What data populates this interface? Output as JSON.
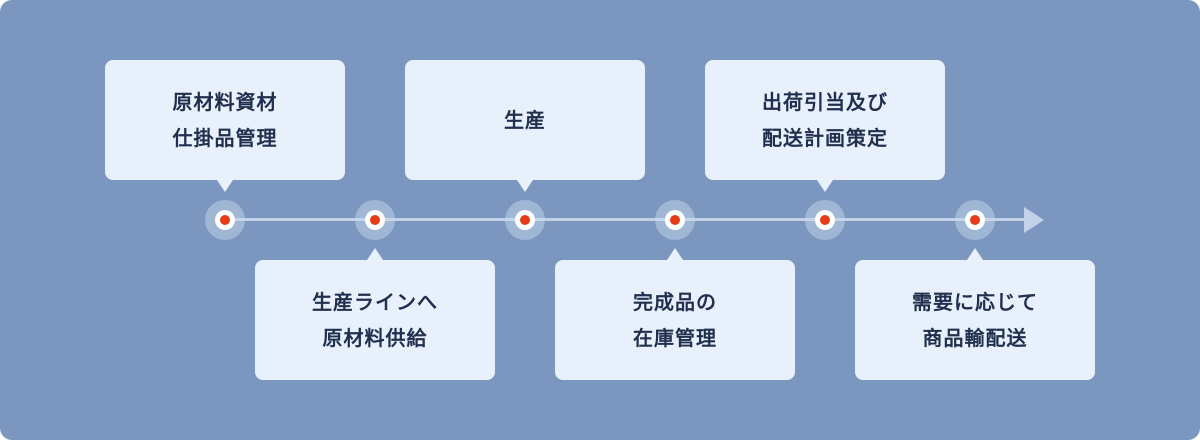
{
  "colors": {
    "panel_background": "#7b97bf",
    "bubble_background": "#e8f0fb",
    "timeline_line": "#c3d2e8",
    "node_dot": "#e53b16",
    "text": "#1f2f4d"
  },
  "steps": [
    {
      "lines": [
        "原材料資材",
        "仕掛品管理"
      ],
      "position": "above"
    },
    {
      "lines": [
        "生産ラインへ",
        "原材料供給"
      ],
      "position": "below"
    },
    {
      "lines": [
        "生産"
      ],
      "position": "above"
    },
    {
      "lines": [
        "完成品の",
        "在庫管理"
      ],
      "position": "below"
    },
    {
      "lines": [
        "出荷引当及び",
        "配送計画策定"
      ],
      "position": "above"
    },
    {
      "lines": [
        "需要に応じて",
        "商品輸配送"
      ],
      "position": "below"
    }
  ]
}
